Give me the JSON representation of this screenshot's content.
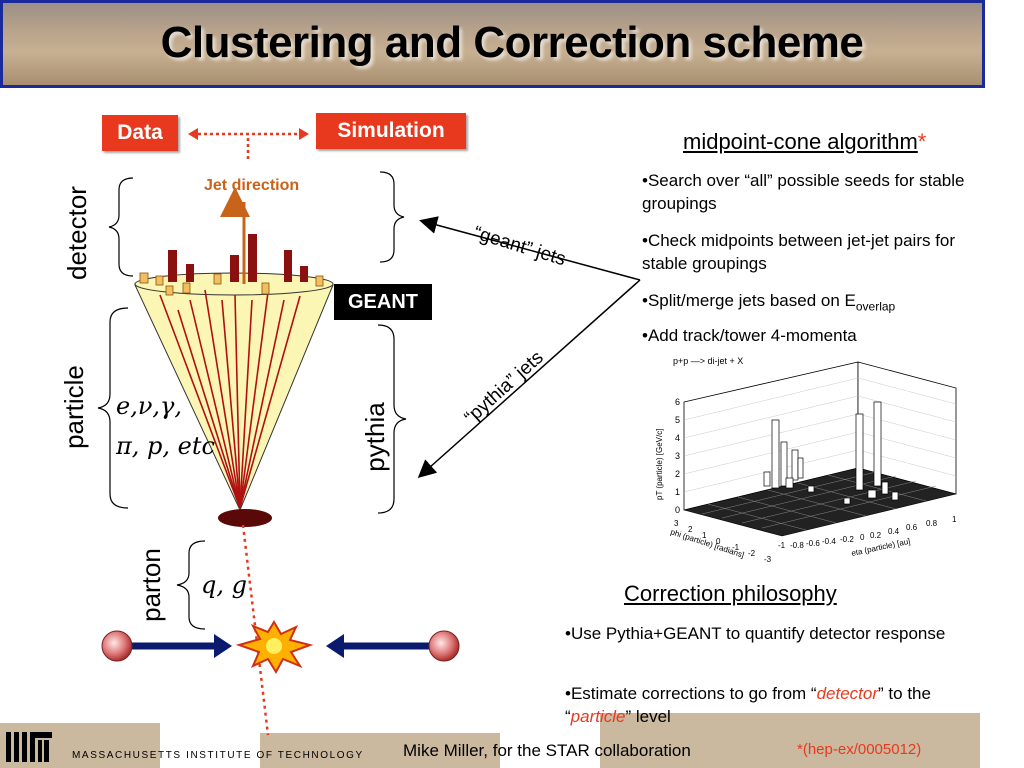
{
  "title": "Clustering and Correction scheme",
  "labels": {
    "data": "Data",
    "simulation": "Simulation",
    "jet_direction": "Jet direction",
    "geant": "GEANT",
    "detector": "detector",
    "particle": "particle",
    "pythia": "pythia",
    "parton": "parton",
    "geant_jets": "“geant” jets",
    "pythia_jets": "“pythia” jets",
    "particle_math_1": "e,ν,γ,",
    "particle_math_2": "π, p, etc",
    "parton_math": "q, g"
  },
  "algorithm": {
    "heading": "midpoint-cone algorithm",
    "star": "*",
    "bullets": [
      "•Search over “all” possible seeds for stable groupings",
      "•Check midpoints between jet-jet pairs for stable groupings",
      "•Split/merge jets based on E",
      "•Add track/tower 4-momenta"
    ],
    "overlap_subscript": "overlap"
  },
  "plot": {
    "title": "p+p —> di-jet + X",
    "ylabel": "pT (particle) [GeV/c]",
    "xlabel": "eta (particle) [au]",
    "zlabel": "phi (particle) [radians]",
    "yticks": [
      "0",
      "1",
      "2",
      "3",
      "4",
      "5",
      "6"
    ],
    "xticks": [
      "-1",
      "-0.8",
      "-0.6",
      "-0.4",
      "-0.2",
      "0",
      "0.2",
      "0.4",
      "0.6",
      "0.8",
      "1"
    ],
    "zticks": [
      "-3",
      "-2",
      "-1",
      "0",
      "1",
      "2",
      "3"
    ]
  },
  "correction": {
    "heading": "Correction philosophy",
    "bullet1": "•Use Pythia+GEANT to quantify detector response",
    "bullet2_pre": "•Estimate corrections to go from “",
    "bullet2_detector": "detector",
    "bullet2_mid": "”  to the “",
    "bullet2_particle": "particle",
    "bullet2_post": "” level"
  },
  "footer": {
    "mit": "MASSACHUSETTS INSTITUTE OF TECHNOLOGY",
    "author": "Mike Miller, for the STAR collaboration",
    "reference": "*(hep-ex/0005012)"
  },
  "colors": {
    "accent_red": "#e8391e",
    "banner_border": "#1a2a9a",
    "arrow_navy": "#0a1a6e",
    "cone_fill": "#fbf6b4",
    "tower_dark_red": "#8b1010"
  }
}
